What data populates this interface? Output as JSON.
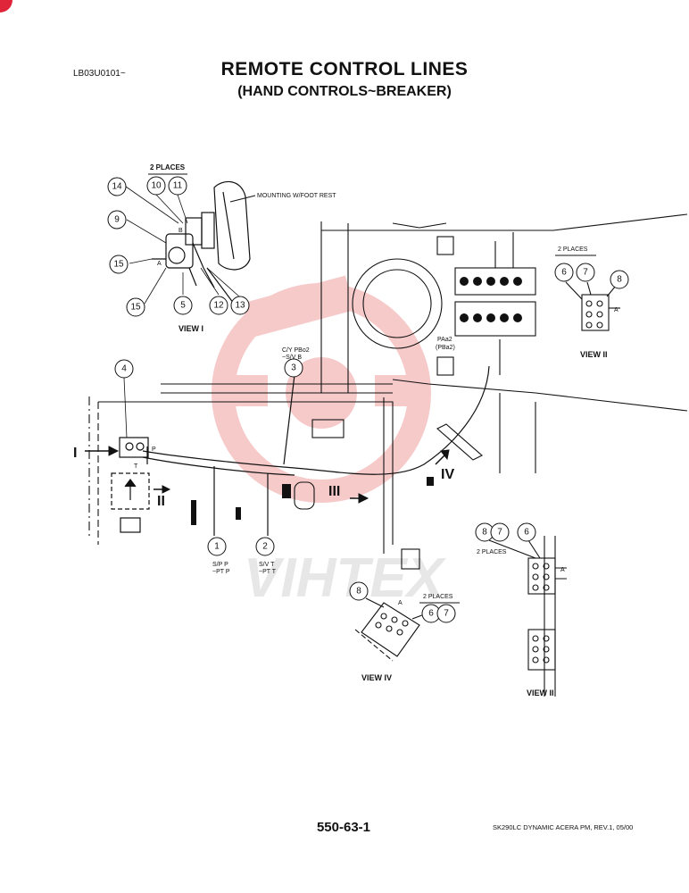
{
  "doc_code": "LB03U0101~",
  "title": "REMOTE CONTROL LINES",
  "subtitle": "(HAND CONTROLS~BREAKER)",
  "page_number": "550-63-1",
  "footer_ref": "SK290LC DYNAMIC ACERA PM, REV.1, 05/00",
  "watermark_text": "VIHTEX",
  "colors": {
    "watermark": "#f2a0a0",
    "corner": "#e0243a",
    "line": "#111111"
  },
  "labels": {
    "two_places": "2 PLACES",
    "mounting": "MOUNTING W/FOOT REST",
    "view_1": "VIEW I",
    "view_2": "VIEW II",
    "view_4": "VIEW IV",
    "cy_pbo2": "C/Y PBo2",
    "sv_b": "~S/V B",
    "sp_p": "S/P  P",
    "pt_p": "~PT  P",
    "sv_t": "S/V  T",
    "pt_t": "~PT  T",
    "paa2": "PAa2",
    "pba2": "(PBa2)",
    "arrow_1": "I",
    "arrow_2": "II",
    "arrow_3": "III",
    "arrow_4": "IV",
    "port_a": "A",
    "port_b": "B",
    "port_p": "P",
    "port_t": "T"
  },
  "callouts": {
    "c14": "14",
    "c10": "10",
    "c11": "11",
    "c9": "9",
    "c15a": "15",
    "c15b": "15",
    "c5": "5",
    "c12": "12",
    "c13": "13",
    "c4": "4",
    "c3": "3",
    "c1": "1",
    "c2": "2",
    "c6a": "6",
    "c7a": "7",
    "c8a": "8",
    "c8b": "8",
    "c7b": "7",
    "c6b": "6",
    "c8c": "8",
    "c6c": "6",
    "c7c": "7"
  }
}
